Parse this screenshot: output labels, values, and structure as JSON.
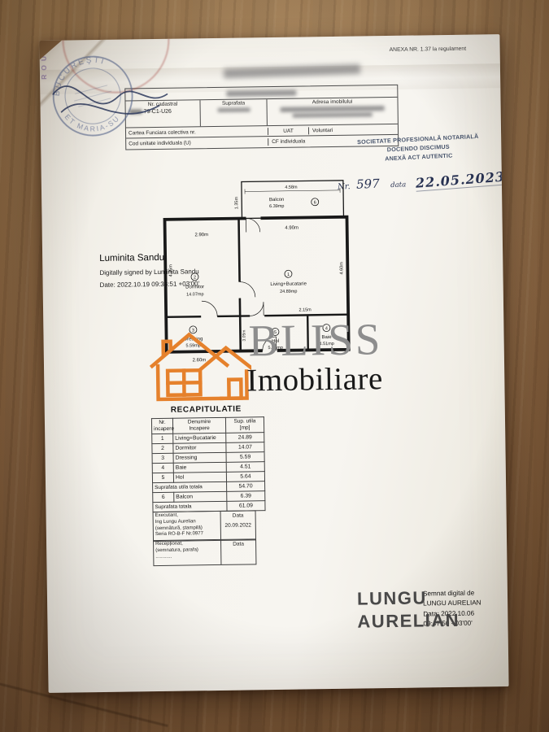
{
  "meta": {
    "anexa_note": "ANEXA NR. 1.37 la regulament"
  },
  "header_table": {
    "nr_cadastral_label": "Nr. cadastral",
    "nr_cadastral_value": "79-C1-U26",
    "suprafata_label": "Suprafata",
    "adresa_label": "Adresa imobilului",
    "cartea_funciara_label": "Cartea Funciara colectiva nr.",
    "uat_label": "UAT",
    "uat_value": "Voluntari",
    "cod_unitate_label": "Cod unitate individuala (U)",
    "cf_individuala_label": "CF individuala"
  },
  "notary_stamp": {
    "line1": "SOCIETATE PROFESIONALĂ NOTARIALĂ",
    "line2": "DOCENDO DISCIMUS",
    "line3": "ANEXĂ ACT AUTENTIC",
    "nr_label": "Nr.",
    "nr_value": "597",
    "data_label": "data",
    "data_value": "22.05.2023"
  },
  "corner_stamp": {
    "round_text_top": "BUCUREŞTI",
    "round_text_bottom": "ET MARIA-SU",
    "edge_text": "ROU"
  },
  "floorplan": {
    "balcony": {
      "dim_top": "4.58m",
      "dim_left": "1.35m",
      "name": "Balcon",
      "area": "6.39mp",
      "nr": "6"
    },
    "dims": {
      "top_left": "2.90m",
      "top_right": "4.90m",
      "left": "4.35m",
      "right": "4.60m",
      "mid_right": "2.15m",
      "bottom_left": "2.60m",
      "hol_v": "3.05m"
    },
    "rooms": {
      "living": {
        "nr": "1",
        "name": "Living+Bucatarie",
        "area": "24.89mp"
      },
      "dormitor": {
        "nr": "2",
        "name": "Dormitor",
        "area": "14.07mp"
      },
      "dressing": {
        "nr": "3",
        "name": "Dressing",
        "area": "5.59mp"
      },
      "baie": {
        "nr": "4",
        "name": "Baie",
        "area": "4.51mp"
      },
      "hol": {
        "nr": "5",
        "name": "Hol",
        "area": "5.64mp"
      }
    }
  },
  "signature_sandu": {
    "name": "Luminita Sandu",
    "line2": "Digitally signed by Luminita Sandu",
    "line3": "Date: 2022.10.19 09:38:51 +03'00'"
  },
  "logo": {
    "brand": "BLISS",
    "brand2": "Imobiliare"
  },
  "recap": {
    "title": "RECAPITULATIE",
    "col_nr": "Nr.\nincapere",
    "col_name": "Denumire\nIncapere",
    "col_area": "Sup. utila\n[mp]",
    "rows": [
      {
        "nr": "1",
        "name": "Living+Bucatarie",
        "area": "24.89"
      },
      {
        "nr": "2",
        "name": "Dormitor",
        "area": "14.07"
      },
      {
        "nr": "3",
        "name": "Dressing",
        "area": "5.59"
      },
      {
        "nr": "4",
        "name": "Baie",
        "area": "4.51"
      },
      {
        "nr": "5",
        "name": "Hol",
        "area": "5.64"
      }
    ],
    "subtotal_label": "Suprafata utila totala",
    "subtotal_value": "54.70",
    "balcon_row": {
      "nr": "6",
      "name": "Balcon",
      "area": "6.39"
    },
    "total_label": "Suprafata totala",
    "total_value": "61.09"
  },
  "executant": {
    "title": "Executant,",
    "name": "Ing Lungu Aurelian",
    "note": "(semnătură, ștampilă)",
    "serie": "Seria RO-B-F Nr.0977",
    "data_label": "Data",
    "data_value": "20.09.2022"
  },
  "receptionat": {
    "title": "Recepționat,",
    "note": "(semnatura, parafa)",
    "dots": "............",
    "data_label": "Data"
  },
  "signature_lungu": {
    "name_line1": "LUNGU",
    "name_line2": "AURELIAN",
    "d1": "Semnat digital de",
    "d2": "LUNGU AURELIAN",
    "d3": "Data: 2022.10.06",
    "d4": "09:47:50 +03'00'"
  }
}
